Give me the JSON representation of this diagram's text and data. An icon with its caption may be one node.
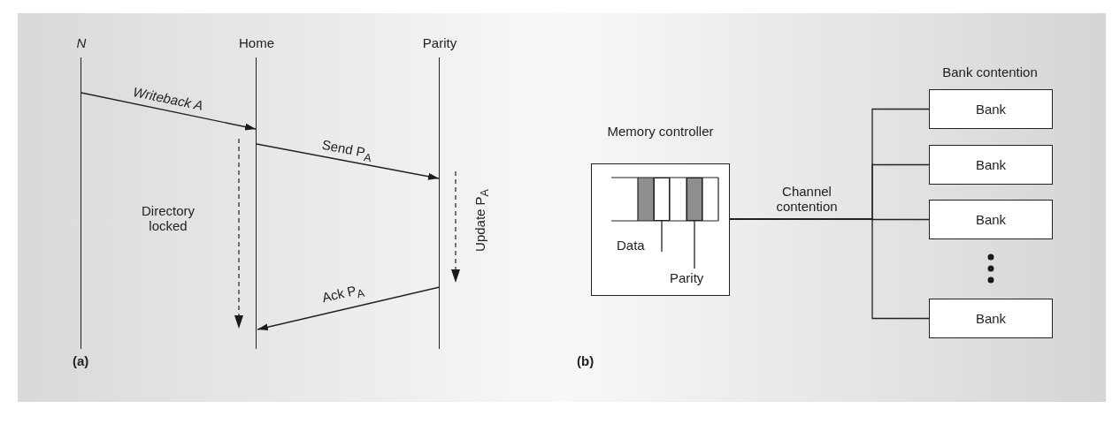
{
  "diagram": {
    "nodes": [
      {
        "text": [
          "N"
        ]
      },
      {
        "text": [
          "Home"
        ]
      },
      {
        "text": [
          "Parity"
        ]
      },
      {
        "text": [
          "Memory controller"
        ]
      },
      {
        "text": [],
        "shape": "box",
        "in": 3
      },
      {
        "text": [],
        "shape": "box",
        "in": 3
      },
      {
        "text": [
          "Data"
        ],
        "in": 3
      },
      {
        "text": [
          "Parity"
        ],
        "in": 3
      },
      {
        "text": [
          "Bank"
        ]
      },
      {
        "text": [
          "Bank"
        ]
      },
      {
        "text": [
          "Bank"
        ]
      },
      {
        "text": [
          "Bank"
        ]
      }
    ],
    "edges": [
      {
        "from": 0,
        "to": 1,
        "arrow": "to",
        "label": "Writeback A"
      },
      {
        "from": 1,
        "to": 2,
        "arrow": "to",
        "label": "Send P$_{A}$"
      },
      {
        "from": 2,
        "to": 1,
        "arrow": "to",
        "label": "Ack P$_{A}$"
      },
      {
        "from": 6,
        "to": 4,
        "arrow": "none"
      },
      {
        "from": 7,
        "to": 5,
        "arrow": "none"
      },
      {
        "from": 3,
        "to": 8,
        "arrow": "none"
      },
      {
        "from": 3,
        "to": 9,
        "arrow": "none"
      },
      {
        "from": 3,
        "to": 10,
        "arrow": "none"
      },
      {
        "from": 3,
        "to": 11,
        "arrow": "none"
      }
    ],
    "labels": [
      "Directory locked",
      "Update P$_{A}$",
      "Channel contention",
      "Bank contention",
      "(a)",
      "(b)"
    ]
  }
}
